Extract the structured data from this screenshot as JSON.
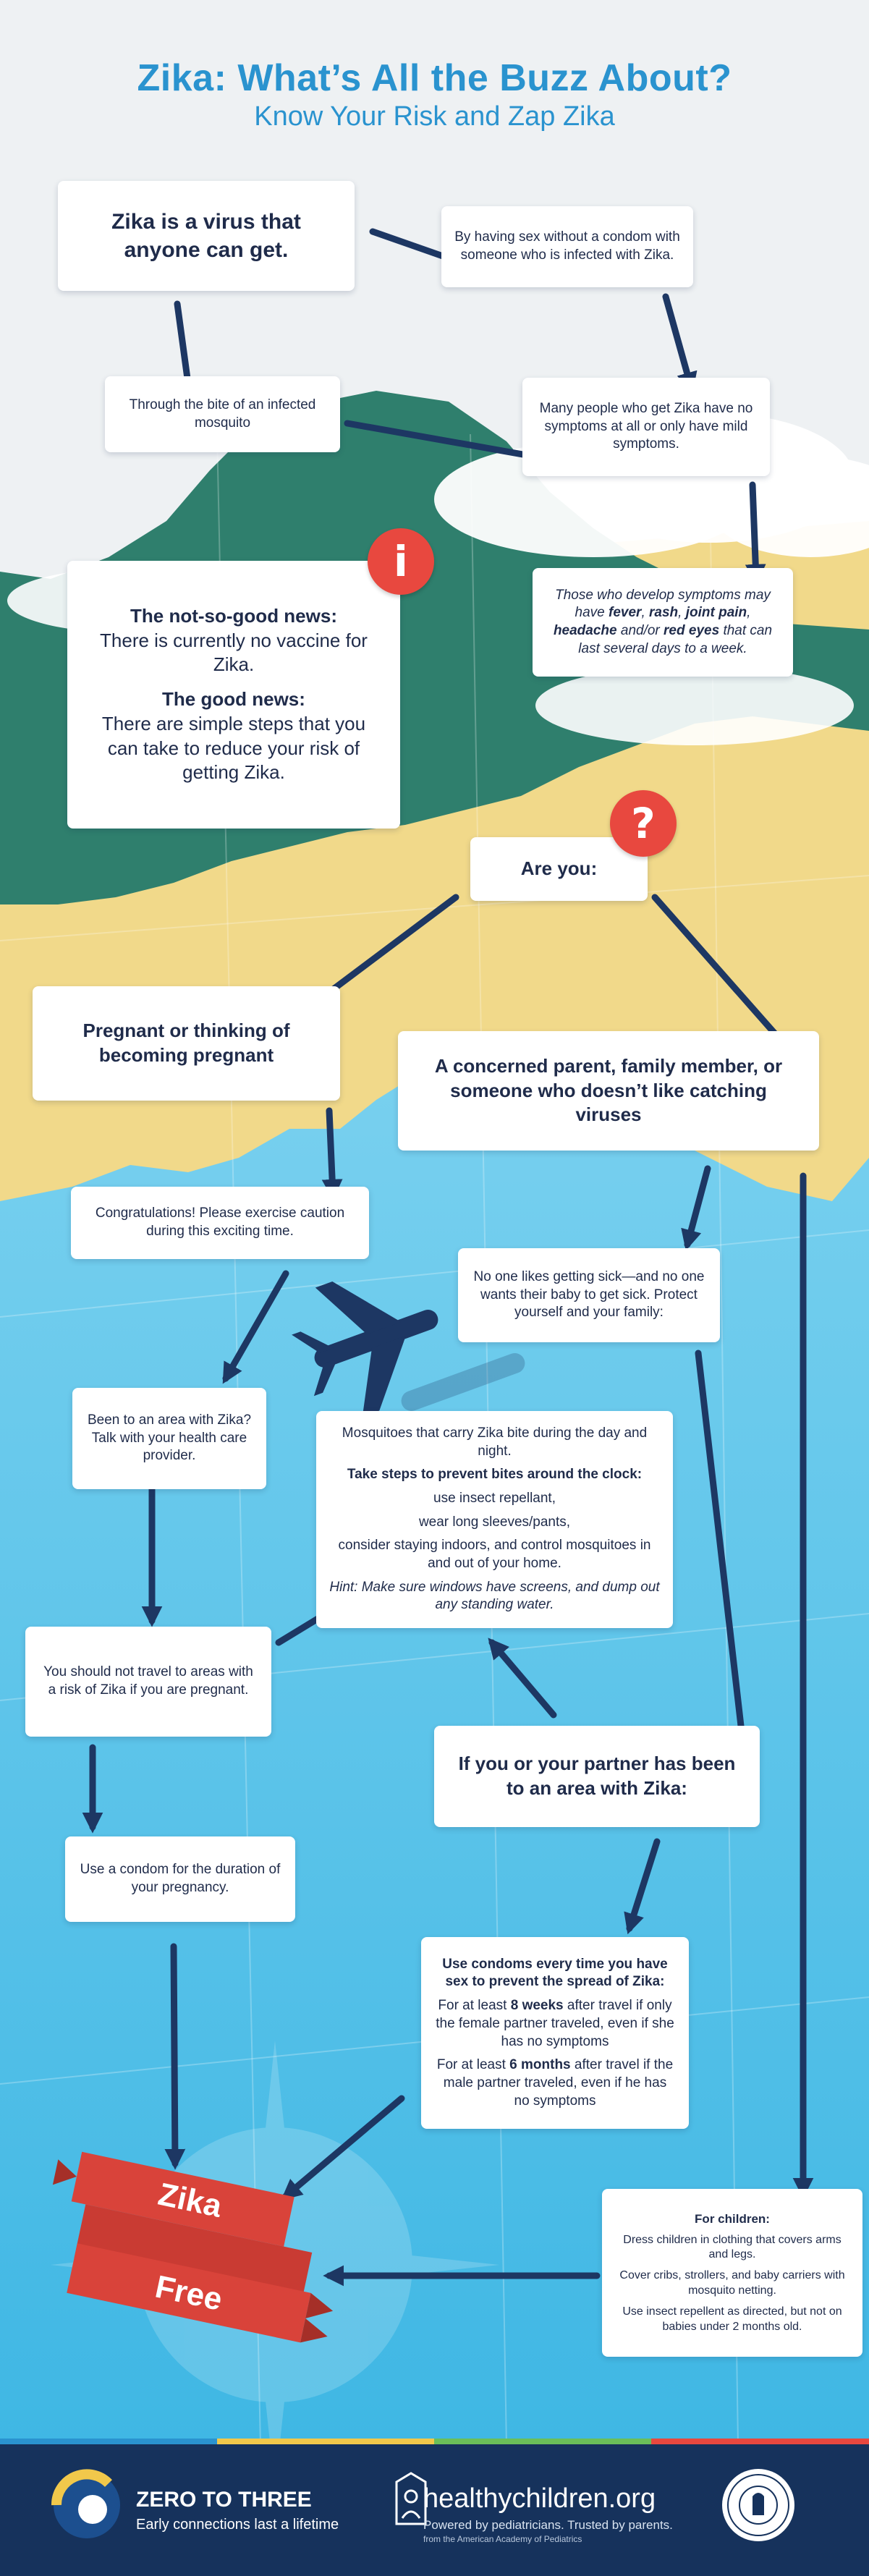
{
  "header": {
    "title": "Zika: What’s All the Buzz About?",
    "subtitle": "Know Your Risk and Zap Zika"
  },
  "boxes": {
    "virus": "Zika is a virus that anyone can get.",
    "sex": "By having sex without a condom with someone who is infected with Zika.",
    "bite": "Through the bite of an infected mosquito",
    "no_symptoms": "Many people who get Zika have no symptoms at all or only have mild symptoms.",
    "symptoms": {
      "intro": "Those who develop symptoms may have ",
      "fever": "fever",
      "rash": "rash",
      "joint_pain": "joint pain",
      "headache": "headache",
      "andor": "and/or",
      "red_eyes": "red eyes",
      "outro": "that can last several days to a week.",
      "comma": ", "
    },
    "news": {
      "bad_heading": "The not-so-good news:",
      "bad_text": "There is currently no vaccine for Zika.",
      "good_heading": "The good news:",
      "good_text": "There are simple steps that you can take to reduce your risk of getting Zika."
    },
    "are_you": "Are you:",
    "pregnant": "Pregnant or thinking of becoming pregnant",
    "parent": "A concerned parent, family member, or someone who doesn’t like catching viruses",
    "congrats": "Congratulations! Please exercise caution during this exciting time.",
    "no_one": "No one likes getting sick—and no one wants their baby to get sick. Protect yourself and your family:",
    "been_area": "Been to an area with Zika? Talk with your health care provider.",
    "mosquitoes": {
      "line1": "Mosquitoes that carry Zika bite during the day and night.",
      "line2": "Take steps to prevent bites around the clock:",
      "step1": "use insect repellant,",
      "step2": "wear long sleeves/pants,",
      "step3": "consider staying indoors, and control mosquitoes in and out of your home.",
      "hint": "Hint: Make sure windows have screens, and dump out any standing water."
    },
    "no_travel": "You should not travel to areas with a risk of Zika if you are pregnant.",
    "partner": "If you or your partner has been to an area with Zika:",
    "condom_preg": "Use a condom for the duration of your pregnancy.",
    "condoms": {
      "intro": "Use condoms every time you have sex to prevent the spread of Zika:",
      "female_pre": "For at least ",
      "female_bold": "8 weeks",
      "female_post": " after travel if only the female partner traveled, even if she has no symptoms",
      "male_pre": "For at least ",
      "male_bold": "6 months",
      "male_post": " after travel if the male partner traveled, even if he has no symptoms"
    },
    "children": {
      "heading": "For children:",
      "item1": "Dress children in clothing that covers arms and legs.",
      "item2": "Cover cribs, strollers, and baby carriers with mosquito netting.",
      "item3": "Use insect repellent as directed, but not on babies under 2 months old."
    }
  },
  "banner": {
    "line1": "Zika",
    "line2": "Free"
  },
  "footer": {
    "ztt_name": "ZERO TO THREE",
    "ztt_tagline": "Early connections last a lifetime",
    "hc_name": "healthychildren.org",
    "hc_tagline": "Powered by pediatricians. Trusted by parents.",
    "hc_sub": "from the American Academy of Pediatrics"
  },
  "icons": {
    "info": "i",
    "question": "?"
  },
  "colors": {
    "title_blue": "#2a93cf",
    "navy": "#1f2b4a",
    "arrow": "#1d3763",
    "badge_red": "#e8483f",
    "ribbon_red": "#d9433a",
    "land_green": "#2f7f6d",
    "land_yellow": "#f1d98a",
    "sea_blue": "#56c5ea",
    "footer_navy": "#16325c"
  }
}
